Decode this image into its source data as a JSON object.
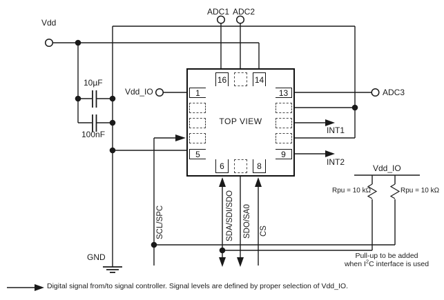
{
  "colors": {
    "background": "#ffffff",
    "line": "#1a1a1a"
  },
  "power": {
    "vdd": "Vdd",
    "vdd_io": "Vdd_IO",
    "gnd": "GND"
  },
  "capacitors": {
    "c1": "10µF",
    "c2": "100nF"
  },
  "top_ports": {
    "adc1": "ADC1",
    "adc2": "ADC2"
  },
  "right_ports": {
    "adc3": "ADC3",
    "int1": "INT1",
    "int2": "INT2"
  },
  "chip": {
    "label": "TOP VIEW",
    "pins": {
      "p1": "1",
      "p5": "5",
      "p6": "6",
      "p8": "8",
      "p9": "9",
      "p13": "13",
      "p14": "14",
      "p16": "16"
    }
  },
  "signals": {
    "scl": "SCL/SPC",
    "sda": "SDA/SDI/SDO",
    "sdo": "SDO/SA0",
    "cs": "CS"
  },
  "pullups": {
    "rail": "Vdd_IO",
    "rpu_left": "Rpu = 10 kΩ",
    "rpu_right": "Rpu = 10 kΩ",
    "note1": "Pull-up to be added",
    "note2_pre": "when I",
    "note2_sup": "2",
    "note2_post": "C interface is used"
  },
  "legend": "Digital signal from/to signal controller.  Signal levels are defined by proper selection of Vdd_IO."
}
